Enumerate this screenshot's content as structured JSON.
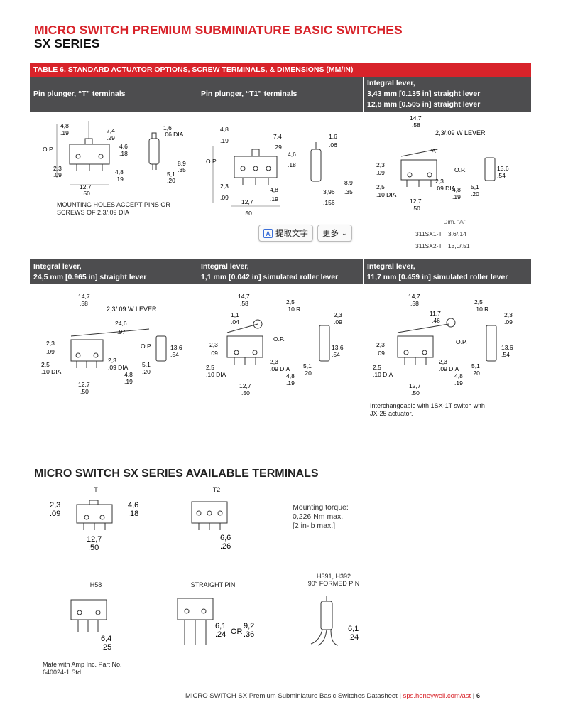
{
  "header": {
    "title_line1": "MICRO SWITCH PREMIUM SUBMINIATURE BASIC SWITCHES",
    "title_line2": "SX SERIES"
  },
  "table6": {
    "caption": "TABLE 6. STANDARD ACTUATOR OPTIONS, SCREW TERMINALS, & DIMENSIONS (MM/IN)",
    "row1": [
      {
        "lines": [
          "Pin plunger, “T” terminals"
        ]
      },
      {
        "lines": [
          "Pin plunger, “T1” terminals"
        ]
      },
      {
        "lines": [
          "Integral lever,",
          "3,43 mm [0.135 in] straight lever",
          "12,8 mm [0.505 in] straight lever"
        ]
      }
    ],
    "row2": [
      {
        "lines": [
          "Integral lever,",
          "24,5 mm [0.965 in] straight lever"
        ]
      },
      {
        "lines": [
          "Integral lever,",
          "1,1 mm [0.042 in] simulated roller lever"
        ]
      },
      {
        "lines": [
          "Integral lever,",
          "11,7 mm [0.459 in] simulated roller lever"
        ]
      }
    ],
    "cell1_note": [
      "MOUNTING HOLES ACCEPT PINS OR",
      "SCREWS OF 2.3/.09 DIA"
    ],
    "cell3_table": {
      "header": "Dim. “A”",
      "rows": [
        {
          "part": "311SX1-T",
          "value": "3.6/.14"
        },
        {
          "part": "311SX2-T",
          "value": "13,0/.51"
        }
      ]
    },
    "cell6_note": [
      "Interchangeable with 1SX-1T switch with",
      "JX-25 actuator."
    ]
  },
  "toolbar": {
    "ocr_label": "提取文字",
    "more_label": "更多"
  },
  "terminals": {
    "title": "MICRO SWITCH SX SERIES AVAILABLE TERMINALS",
    "T": "T",
    "T2": "T2",
    "H58": "H58",
    "straight": "STRAIGHT PIN",
    "formed_l1": "H391, H392",
    "formed_l2": "90° FORMED PIN",
    "torque": [
      "Mounting torque:",
      "0,226 Nm max.",
      "[2 in-lb max.]"
    ],
    "mate": [
      "Mate with Amp Inc. Part No.",
      "640024-1 Std."
    ]
  },
  "footer": {
    "doc": "MICRO SWITCH SX Premium Subminiature Basic Switches Datasheet",
    "sep": "|",
    "url": "sps.honeywell.com/ast",
    "page": "6"
  }
}
